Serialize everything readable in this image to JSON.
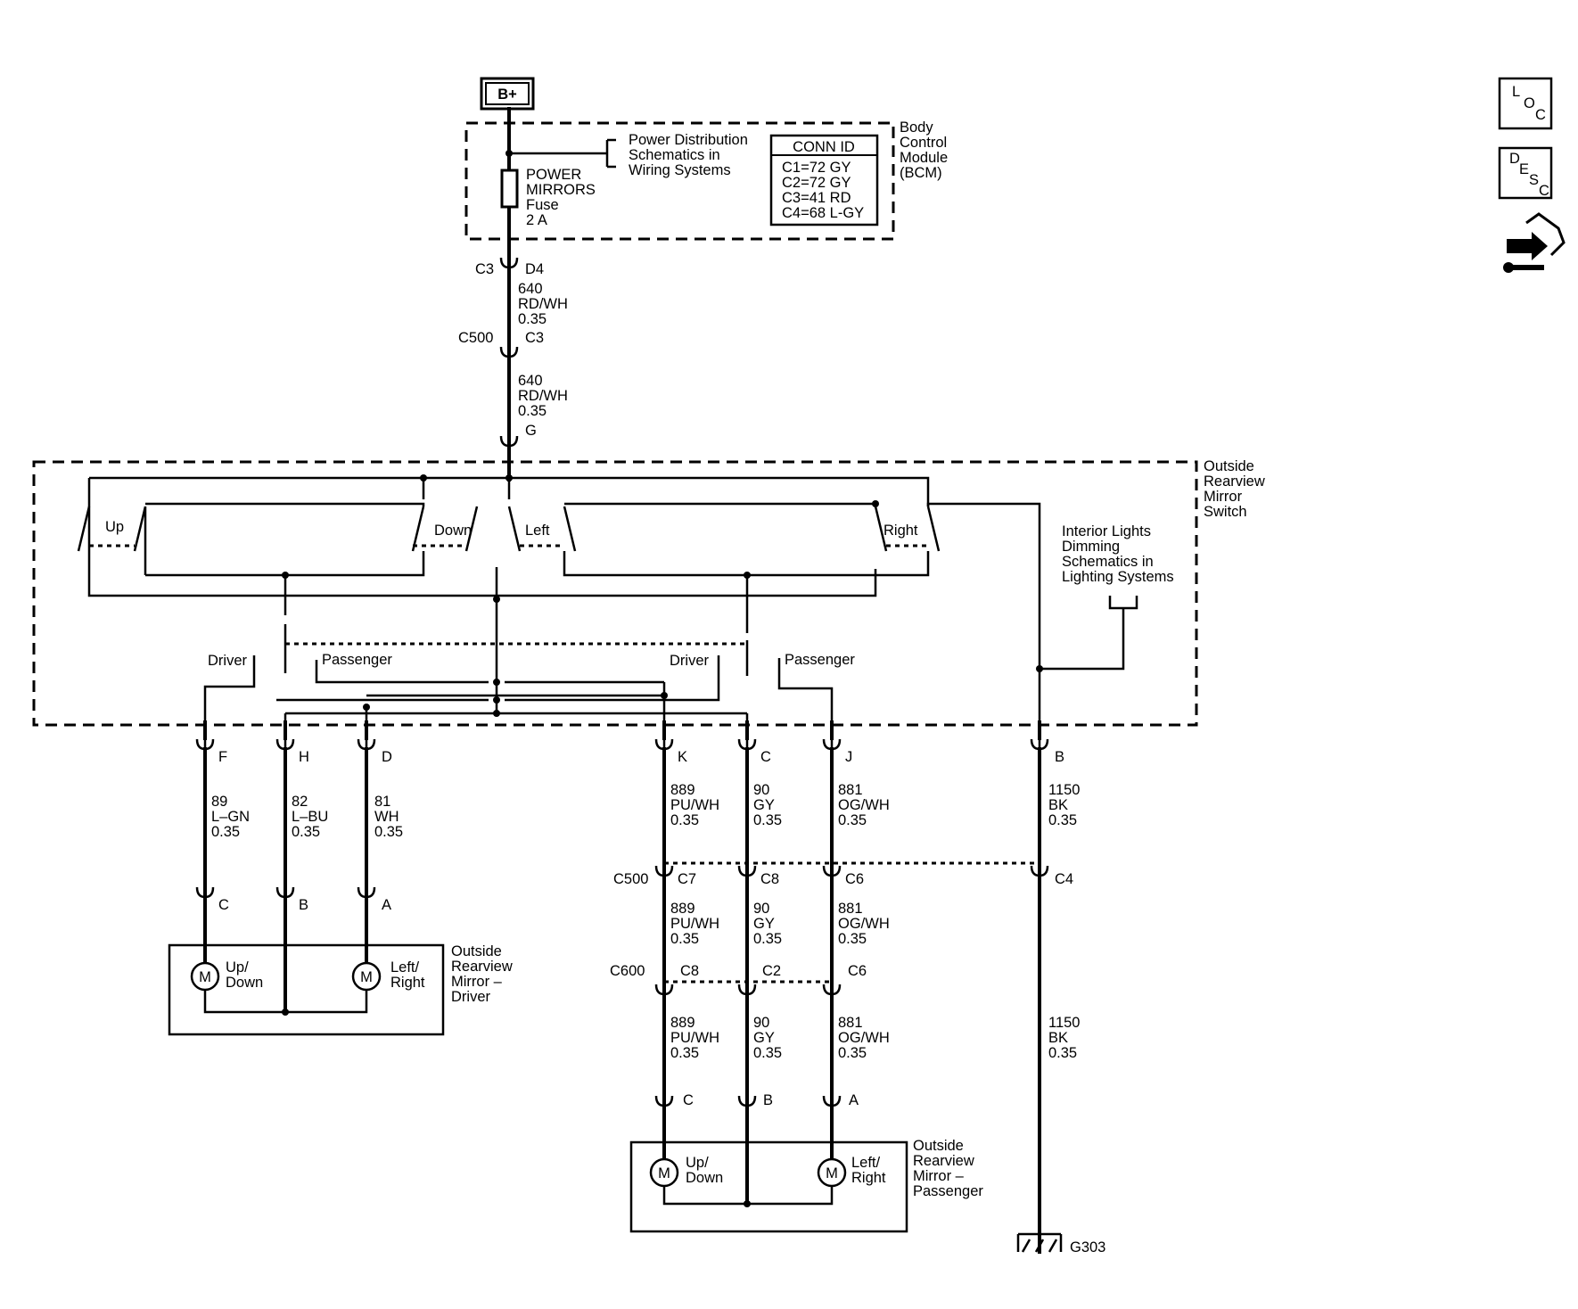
{
  "power_source": "B+",
  "bcm": {
    "title": [
      "Body",
      "Control",
      "Module",
      "(BCM)"
    ],
    "fuse": [
      "POWER",
      "MIRRORS",
      "Fuse",
      "2 A"
    ],
    "power_ref": [
      "Power Distribution",
      "Schematics in",
      "Wiring Systems"
    ],
    "conn_id": {
      "header": "CONN ID",
      "rows": [
        "C1=72 GY",
        "C2=72 GY",
        "C3=41 RD",
        "C4=68 L-GY"
      ]
    }
  },
  "feed": {
    "conn1": {
      "left": "C3",
      "right": "D4"
    },
    "wire1": [
      "640",
      "RD/WH",
      "0.35"
    ],
    "conn2": {
      "left": "C500",
      "right": "C3"
    },
    "wire2": [
      "640",
      "RD/WH",
      "0.35"
    ],
    "conn3": "G"
  },
  "switch": {
    "title": [
      "Outside",
      "Rearview",
      "Mirror",
      "Switch"
    ],
    "labels": {
      "up": "Up",
      "down": "Down",
      "left": "Left",
      "right": "Right"
    },
    "select": {
      "driver_a": "Driver",
      "passenger_a": "Passenger",
      "driver_b": "Driver",
      "passenger_b": "Passenger"
    },
    "lighting_ref": [
      "Interior Lights",
      "Dimming",
      "Schematics in",
      "Lighting Systems"
    ]
  },
  "pins": {
    "f": "F",
    "h": "H",
    "d": "D",
    "k": "K",
    "c": "C",
    "j": "J",
    "b": "B"
  },
  "driver_wires": {
    "f": [
      "89",
      "L–GN",
      "0.35"
    ],
    "h": [
      "82",
      "L–BU",
      "0.35"
    ],
    "d": [
      "81",
      "WH",
      "0.35"
    ]
  },
  "driver_mirror": {
    "pins": {
      "c": "C",
      "b": "B",
      "a": "A"
    },
    "title": [
      "Outside",
      "Rearview",
      "Mirror –",
      "Driver"
    ],
    "motor_symbol": "M",
    "updown": [
      "Up/",
      "Down"
    ],
    "leftright": [
      "Left/",
      "Right"
    ]
  },
  "pass_wires_1": {
    "k": [
      "889",
      "PU/WH",
      "0.35"
    ],
    "c": [
      "90",
      "GY",
      "0.35"
    ],
    "j": [
      "881",
      "OG/WH",
      "0.35"
    ],
    "b": [
      "1150",
      "BK",
      "0.35"
    ]
  },
  "c500": {
    "name": "C500",
    "pins": [
      "C7",
      "C8",
      "C6"
    ],
    "ground_pin": "C4"
  },
  "pass_wires_2": {
    "k": [
      "889",
      "PU/WH",
      "0.35"
    ],
    "c": [
      "90",
      "GY",
      "0.35"
    ],
    "j": [
      "881",
      "OG/WH",
      "0.35"
    ]
  },
  "c600": {
    "name": "C600",
    "pins": [
      "C8",
      "C2",
      "C6"
    ]
  },
  "pass_wires_3": {
    "k": [
      "889",
      "PU/WH",
      "0.35"
    ],
    "c": [
      "90",
      "GY",
      "0.35"
    ],
    "j": [
      "881",
      "OG/WH",
      "0.35"
    ]
  },
  "ground_wire": [
    "1150",
    "BK",
    "0.35"
  ],
  "passenger_mirror": {
    "pins": {
      "c": "C",
      "b": "B",
      "a": "A"
    },
    "title": [
      "Outside",
      "Rearview",
      "Mirror –",
      "Passenger"
    ],
    "motor_symbol": "M",
    "updown": [
      "Up/",
      "Down"
    ],
    "leftright": [
      "Left/",
      "Right"
    ]
  },
  "ground": "G303",
  "icons": {
    "loc": {
      "name": "loc-icon",
      "letters": [
        "L",
        "O",
        "C"
      ]
    },
    "desc": {
      "name": "desc-icon",
      "letters": [
        "D",
        "E",
        "S",
        "C"
      ]
    },
    "connector": {
      "name": "connector-end-view-icon"
    }
  }
}
